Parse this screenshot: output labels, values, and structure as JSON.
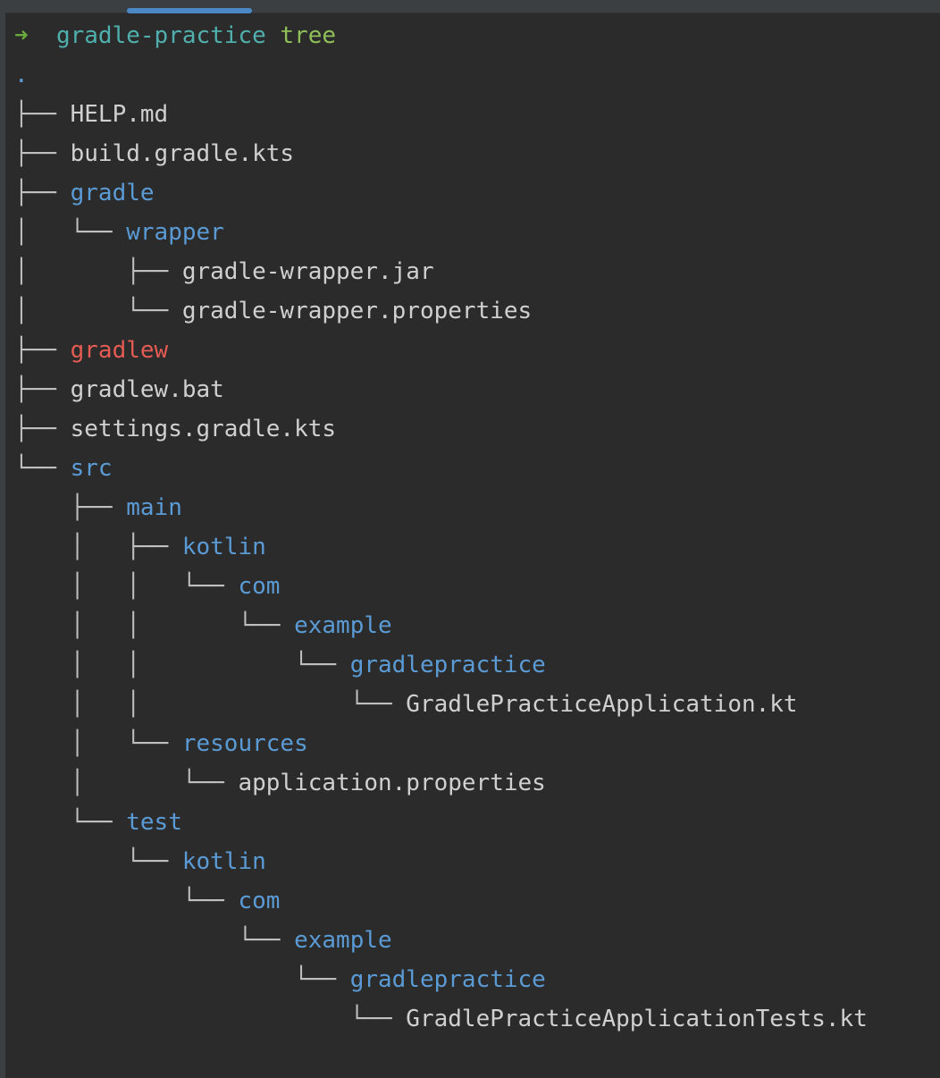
{
  "prompt": {
    "arrow": "➜",
    "cwd": "gradle-practice",
    "command": "tree"
  },
  "tree": {
    "root": ".",
    "lines": [
      {
        "prefix": "├── ",
        "name": "HELP.md",
        "kind": "file"
      },
      {
        "prefix": "├── ",
        "name": "build.gradle.kts",
        "kind": "file"
      },
      {
        "prefix": "├── ",
        "name": "gradle",
        "kind": "dir"
      },
      {
        "prefix": "│   └── ",
        "name": "wrapper",
        "kind": "dir"
      },
      {
        "prefix": "│       ├── ",
        "name": "gradle-wrapper.jar",
        "kind": "file"
      },
      {
        "prefix": "│       └── ",
        "name": "gradle-wrapper.properties",
        "kind": "file"
      },
      {
        "prefix": "├── ",
        "name": "gradlew",
        "kind": "exec"
      },
      {
        "prefix": "├── ",
        "name": "gradlew.bat",
        "kind": "file"
      },
      {
        "prefix": "├── ",
        "name": "settings.gradle.kts",
        "kind": "file"
      },
      {
        "prefix": "└── ",
        "name": "src",
        "kind": "dir"
      },
      {
        "prefix": "    ├── ",
        "name": "main",
        "kind": "dir"
      },
      {
        "prefix": "    │   ├── ",
        "name": "kotlin",
        "kind": "dir"
      },
      {
        "prefix": "    │   │   └── ",
        "name": "com",
        "kind": "dir"
      },
      {
        "prefix": "    │   │       └── ",
        "name": "example",
        "kind": "dir"
      },
      {
        "prefix": "    │   │           └── ",
        "name": "gradlepractice",
        "kind": "dir"
      },
      {
        "prefix": "    │   │               └── ",
        "name": "GradlePracticeApplication.kt",
        "kind": "file"
      },
      {
        "prefix": "    │   └── ",
        "name": "resources",
        "kind": "dir"
      },
      {
        "prefix": "    │       └── ",
        "name": "application.properties",
        "kind": "file"
      },
      {
        "prefix": "    └── ",
        "name": "test",
        "kind": "dir"
      },
      {
        "prefix": "        └── ",
        "name": "kotlin",
        "kind": "dir"
      },
      {
        "prefix": "            └── ",
        "name": "com",
        "kind": "dir"
      },
      {
        "prefix": "                └── ",
        "name": "example",
        "kind": "dir"
      },
      {
        "prefix": "                    └── ",
        "name": "gradlepractice",
        "kind": "dir"
      },
      {
        "prefix": "                        └── ",
        "name": "GradlePracticeApplicationTests.kt",
        "kind": "file"
      }
    ]
  },
  "colors": {
    "background": "#2b2b2b",
    "directory": "#5b9bd5",
    "executable": "#e45b54",
    "file": "#d0d0d0",
    "prompt_arrow": "#6aaa3c",
    "prompt_cwd": "#4fb0ad",
    "prompt_command": "#8fbf58"
  }
}
